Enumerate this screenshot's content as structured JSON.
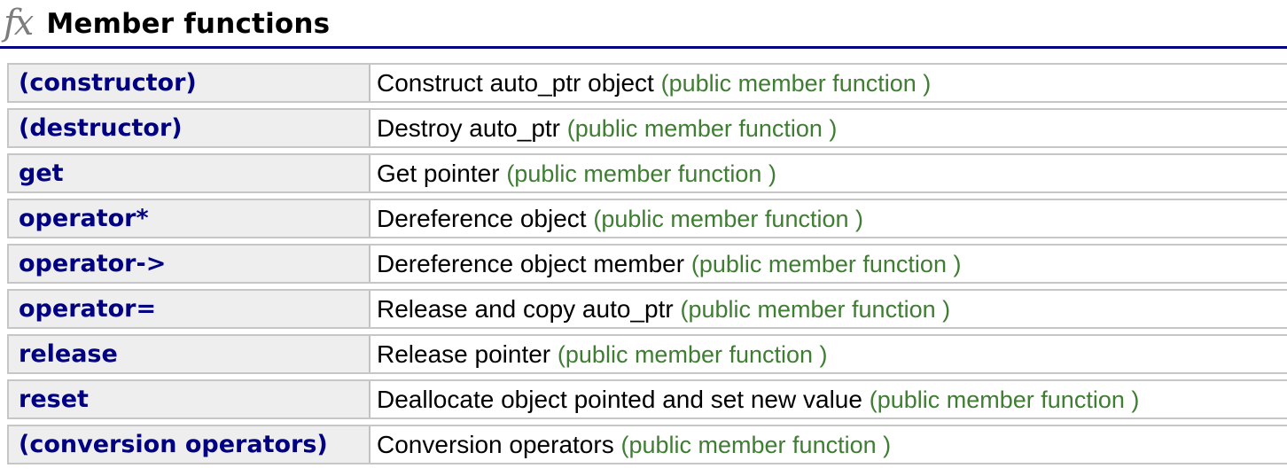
{
  "header": {
    "icon": "fx",
    "title": "Member functions"
  },
  "colors": {
    "link_navy": "#000080",
    "tag_green": "#3e7d32",
    "row_background": "#eeeeee",
    "row_border": "#c6c6c6",
    "header_rule": "#000080"
  },
  "table": {
    "rows": [
      {
        "name": "(constructor)",
        "description": "Construct auto_ptr object",
        "tag": "(public member function )"
      },
      {
        "name": "(destructor)",
        "description": "Destroy auto_ptr",
        "tag": "(public member function )"
      },
      {
        "name": "get",
        "description": "Get pointer",
        "tag": "(public member function )"
      },
      {
        "name": "operator*",
        "description": "Dereference object",
        "tag": "(public member function )"
      },
      {
        "name": "operator->",
        "description": "Dereference object member",
        "tag": "(public member function )"
      },
      {
        "name": "operator=",
        "description": "Release and copy auto_ptr",
        "tag": "(public member function )"
      },
      {
        "name": "release",
        "description": "Release pointer",
        "tag": "(public member function )"
      },
      {
        "name": "reset",
        "description": "Deallocate object pointed and set new value",
        "tag": "(public member function )"
      },
      {
        "name": "(conversion operators)",
        "description": "Conversion operators",
        "tag": "(public member function )"
      }
    ]
  }
}
